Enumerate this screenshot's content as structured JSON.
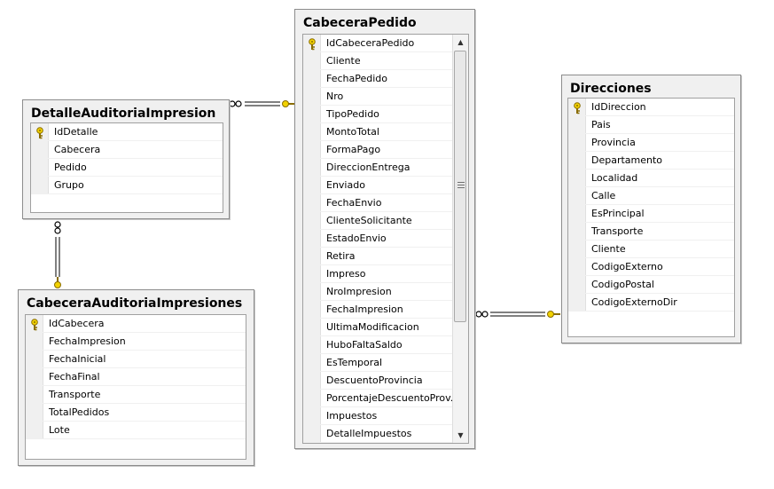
{
  "tables": {
    "detalle": {
      "title": "DetalleAuditoriaImpresion",
      "columns": [
        "IdDetalle",
        "Cabecera",
        "Pedido",
        "Grupo"
      ]
    },
    "cabeceraAud": {
      "title": "CabeceraAuditoriaImpresiones",
      "columns": [
        "IdCabecera",
        "FechaImpresion",
        "FechaInicial",
        "FechaFinal",
        "Transporte",
        "TotalPedidos",
        "Lote"
      ]
    },
    "pedido": {
      "title": "CabeceraPedido",
      "columns": [
        "IdCabeceraPedido",
        "Cliente",
        "FechaPedido",
        "Nro",
        "TipoPedido",
        "MontoTotal",
        "FormaPago",
        "DireccionEntrega",
        "Enviado",
        "FechaEnvio",
        "ClienteSolicitante",
        "EstadoEnvio",
        "Retira",
        "Impreso",
        "NroImpresion",
        "FechaImpresion",
        "UltimaModificacion",
        "HuboFaltaSaldo",
        "EsTemporal",
        "DescuentoProvincia",
        "PorcentajeDescuentoProv...",
        "Impuestos",
        "DetalleImpuestos"
      ]
    },
    "direcciones": {
      "title": "Direcciones",
      "columns": [
        "IdDireccion",
        "Pais",
        "Provincia",
        "Departamento",
        "Localidad",
        "Calle",
        "EsPrincipal",
        "Transporte",
        "Cliente",
        "CodigoExterno",
        "CodigoPostal",
        "CodigoExternoDir"
      ]
    }
  },
  "icons": {
    "primary_key": "key-icon",
    "many_end": "infinity-icon",
    "one_end": "key-icon",
    "scroll_up": "chevron-up-icon",
    "scroll_down": "chevron-down-icon"
  },
  "colors": {
    "key_fill": "#f2d200",
    "key_stroke": "#8a6d00",
    "line": "#000000",
    "panel": "#f0f0f0",
    "border": "#8c8c8c"
  }
}
